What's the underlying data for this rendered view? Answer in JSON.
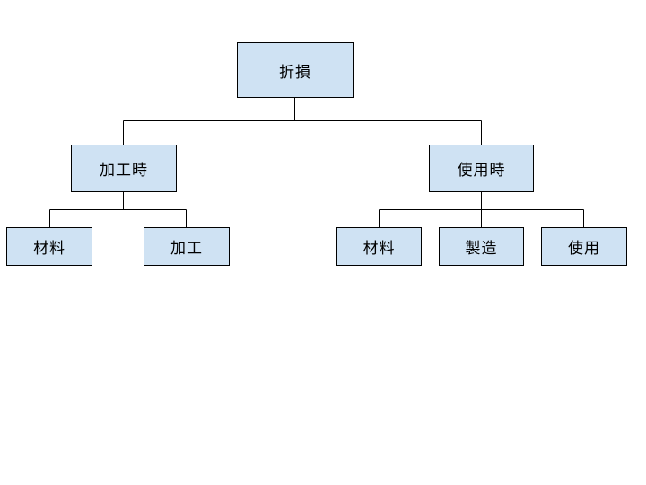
{
  "tree": {
    "root": {
      "label": "折損"
    },
    "left": {
      "label": "加工時",
      "children": [
        {
          "label": "材料"
        },
        {
          "label": "加工"
        }
      ]
    },
    "right": {
      "label": "使用時",
      "children": [
        {
          "label": "材料"
        },
        {
          "label": "製造"
        },
        {
          "label": "使用"
        }
      ]
    }
  },
  "colors": {
    "node_fill": "#cfe2f3",
    "node_border": "#000000",
    "line": "#000000"
  }
}
